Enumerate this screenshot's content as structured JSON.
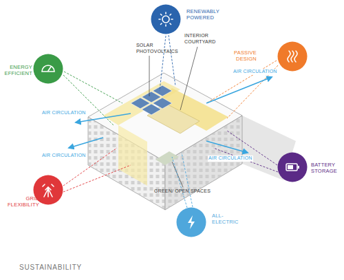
{
  "diagram": {
    "caption": "SUSTAINABILITY",
    "nodes": [
      {
        "text": [
          "RENEWABLY POWERED"
        ]
      },
      {
        "text": [
          "ENERGY EFFICIENT"
        ]
      },
      {
        "text": [
          "PASSIVE DESIGN"
        ]
      },
      {
        "text": [
          "BATTERY STORAGE"
        ]
      },
      {
        "text": [
          "GRID FLEXIBILITY"
        ]
      },
      {
        "text": [
          "ALL-ELECTRIC"
        ]
      }
    ],
    "labels": [
      "SOLAR PHOTOVOLTAICS",
      "INTERIOR COURTYARD",
      "AIR CIRCULATION",
      "AIR CIRCULATION",
      "AIR CIRCULATION",
      "AIR CIRCULATION",
      "GREEN/ OPEN SPACES"
    ]
  }
}
